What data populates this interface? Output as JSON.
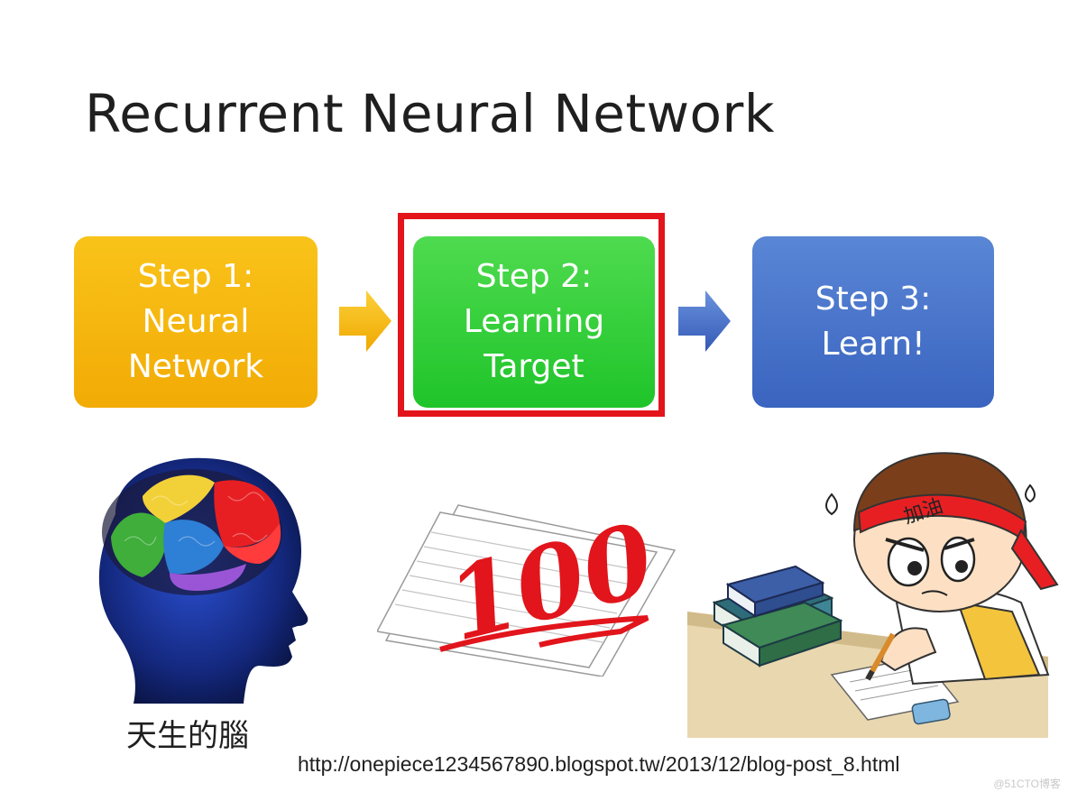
{
  "title": "Recurrent Neural Network",
  "steps": [
    {
      "label": "Step 1:\nNeural\nNetwork",
      "color": "#f5b70d"
    },
    {
      "label": "Step 2:\nLearning\nTarget",
      "color": "#2ecf36"
    },
    {
      "label": "Step 3:\nLearn!",
      "color": "#4673cc"
    }
  ],
  "highlight_color": "#e4141b",
  "illustrations": {
    "brain_caption": "天生的腦",
    "score_text": "100",
    "headband_text": "加油"
  },
  "source_url": "http://onepiece1234567890.blogspot.tw/2013/12/blog-post_8.html",
  "watermark": "@51CTO博客"
}
